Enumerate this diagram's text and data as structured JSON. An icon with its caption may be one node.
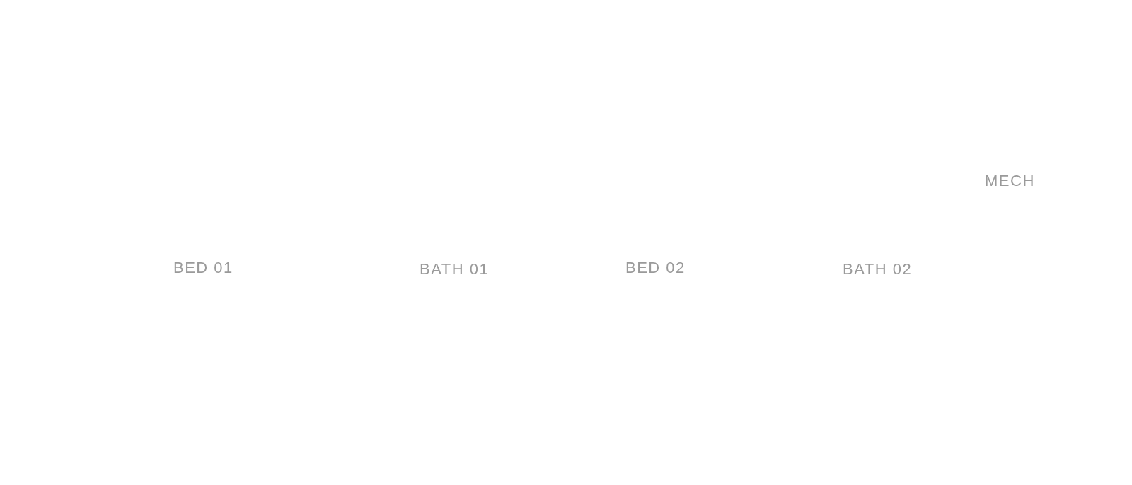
{
  "diagram": {
    "labels": [
      "MECH",
      "BED 01",
      "BATH 01",
      "BED 02",
      "BATH 02"
    ]
  }
}
